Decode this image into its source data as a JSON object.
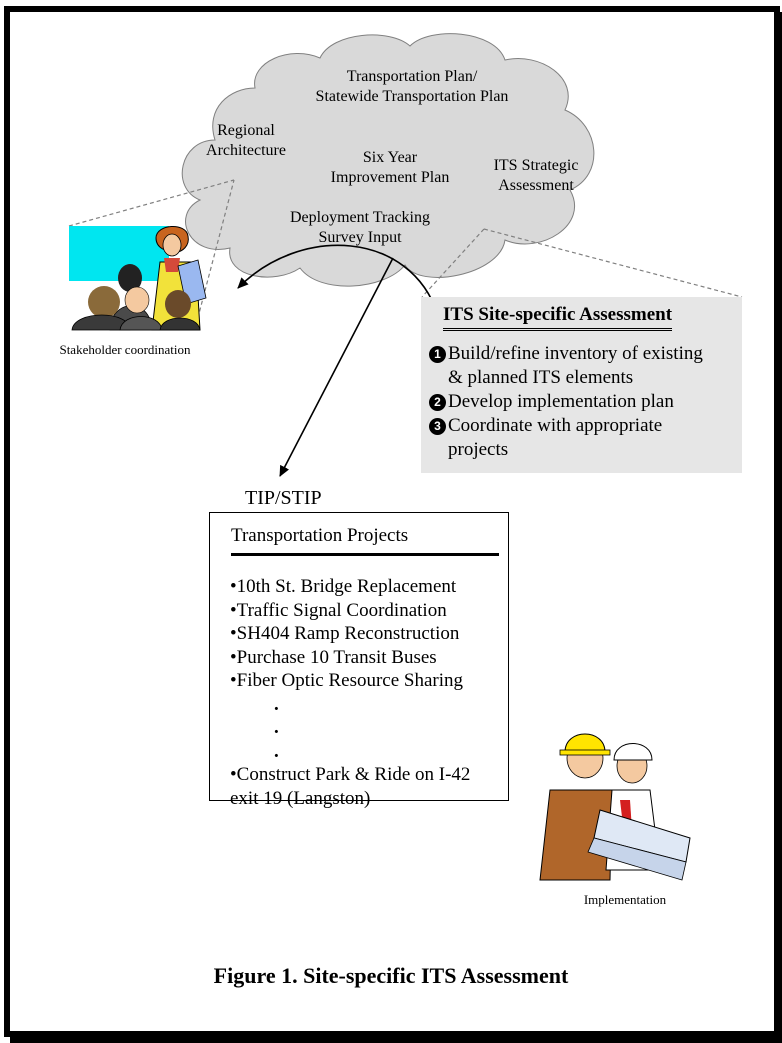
{
  "cloud": {
    "plan": "Transportation Plan/",
    "statewide": "Statewide Transportation Plan",
    "regional_1": "Regional",
    "regional_2": "Architecture",
    "sixyear_1": "Six Year",
    "sixyear_2": "Improvement Plan",
    "its_1": "ITS Strategic",
    "its_2": "Assessment",
    "deploy_1": "Deployment Tracking",
    "deploy_2": "Survey Input"
  },
  "stakeholder_caption": "Stakeholder coordination",
  "its_box": {
    "title": "ITS Site-specific Assessment",
    "items": [
      {
        "num": "1",
        "line1": "Build/refine inventory of existing",
        "line2": "& planned ITS elements"
      },
      {
        "num": "2",
        "line1": "Develop implementation plan",
        "line2": ""
      },
      {
        "num": "3",
        "line1": "Coordinate with appropriate",
        "line2": "projects"
      }
    ]
  },
  "tip_label": "TIP/STIP",
  "projects": {
    "title": "Transportation Projects",
    "items": [
      "•10th St. Bridge Replacement",
      "•Traffic Signal Coordination",
      "•SH404 Ramp Reconstruction",
      "•Purchase 10 Transit Buses",
      "•Fiber Optic Resource Sharing"
    ],
    "dots": [
      ".",
      ".",
      "."
    ],
    "last_1": "•Construct Park & Ride on I-42",
    "last_2": "exit 19 (Langston)"
  },
  "implementation_caption": "Implementation",
  "figure_caption": "Figure 1.  Site-specific ITS Assessment",
  "colors": {
    "cloud_fill": "#d9d9d9",
    "box_fill": "#e6e6e6",
    "screen": "#00e6f0"
  }
}
